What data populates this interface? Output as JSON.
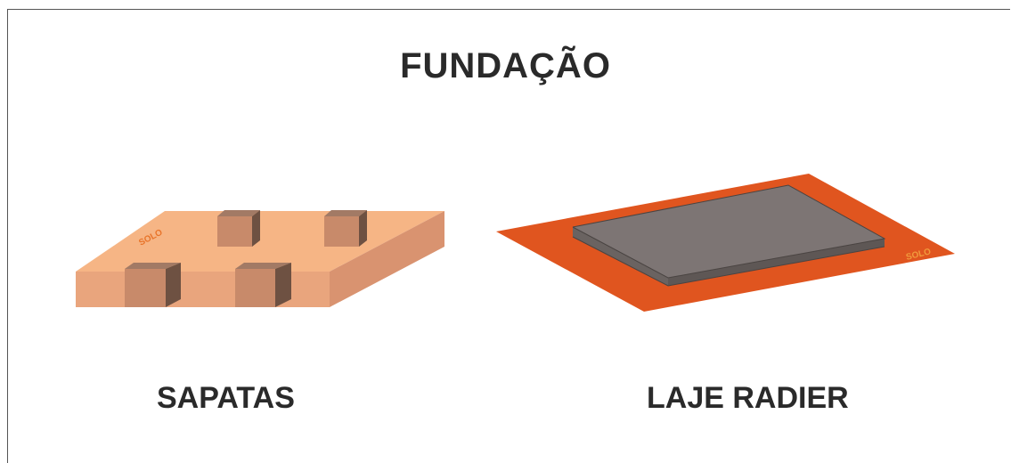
{
  "title": "FUNDAÇÃO",
  "diagrams": [
    {
      "caption": "SAPATAS",
      "soil_label": "SOLO"
    },
    {
      "caption": "LAJE RADIER",
      "soil_label": "SOLO"
    }
  ],
  "colors": {
    "soil_block_top": "#f6b585",
    "soil_block_front": "#e9a57d",
    "soil_block_side": "#d99370",
    "footing_top": "#a27a65",
    "footing_front": "#c88a6a",
    "footing_side": "#6e5142",
    "radier_soil": "#e0551f",
    "slab_top": "#7d7574",
    "slab_front": "#6a6361",
    "solo_text_left": "#e8742a",
    "solo_text_right": "#f09a3c",
    "text": "#2a2a2a"
  }
}
